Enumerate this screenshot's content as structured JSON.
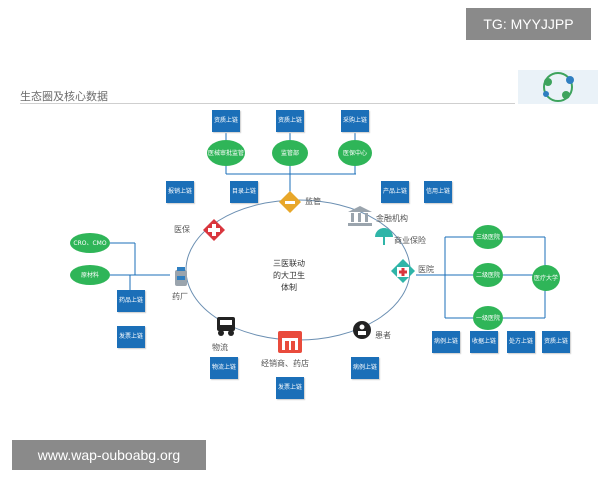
{
  "watermark_top": "TG: MYYJJPP",
  "watermark_bottom": "www.wap-ouboabg.org",
  "page_title": "生态圈及核心数据",
  "center_text": [
    "三医联动",
    "的大卫生",
    "体制"
  ],
  "nodes": {
    "supervision": "监管",
    "medical_insurance": "医保",
    "financial": "金融机构",
    "commercial_insurance": "商业保险",
    "hospital": "医院",
    "pharma": "药厂",
    "logistics": "物流",
    "distributor": "经销商、药店",
    "patient": "患者"
  },
  "top_green": [
    "医械审批监管",
    "监管部",
    "医保中心"
  ],
  "top_blue": [
    "资质上链",
    "资质上链",
    "采购上链"
  ],
  "mid_blue": [
    "报销上链",
    "目录上链",
    "产品上链",
    "信用上链"
  ],
  "left_green": [
    "CRO、CMO",
    "原材料"
  ],
  "left_blue": [
    "药品上链",
    "发票上链"
  ],
  "right_green": [
    "三级医院",
    "二级医院",
    "一级医院",
    "医疗大学"
  ],
  "right_blue": [
    "病例上链",
    "收据上链",
    "处方上链",
    "资质上链"
  ],
  "bottom_blue": [
    "物流上链",
    "发票上链",
    "病例上链"
  ],
  "colors": {
    "blue": "#1b6fb8",
    "green": "#2fb558",
    "line": "#1b6fb8"
  }
}
